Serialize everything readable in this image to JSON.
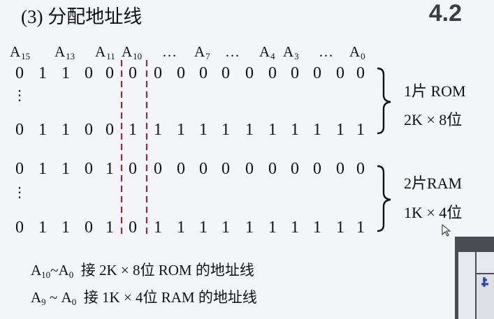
{
  "title": "(3) 分配地址线",
  "section_number": "4.2",
  "header_labels": [
    {
      "id": "a15",
      "base": "A",
      "sub": "15"
    },
    {
      "id": "a13",
      "base": "A",
      "sub": "13"
    },
    {
      "id": "a11",
      "base": "A",
      "sub": "11"
    },
    {
      "id": "a10",
      "base": "A",
      "sub": "10"
    },
    {
      "id": "e1",
      "base": "…",
      "sub": ""
    },
    {
      "id": "a7",
      "base": "A",
      "sub": "7"
    },
    {
      "id": "e2",
      "base": "…",
      "sub": ""
    },
    {
      "id": "a4",
      "base": "A",
      "sub": "4"
    },
    {
      "id": "a3",
      "base": "A",
      "sub": "3"
    },
    {
      "id": "e3",
      "base": "…",
      "sub": ""
    },
    {
      "id": "a0",
      "base": "A",
      "sub": "0"
    }
  ],
  "rows": {
    "rom_start": [
      "0",
      "1",
      "1",
      "0",
      "0",
      "0",
      "0",
      "0",
      "0",
      "0",
      "0",
      "0",
      "0",
      "0",
      "0",
      "0"
    ],
    "rom_end": [
      "0",
      "1",
      "1",
      "0",
      "0",
      "1",
      "1",
      "1",
      "1",
      "1",
      "1",
      "1",
      "1",
      "1",
      "1",
      "1"
    ],
    "ram_start": [
      "0",
      "1",
      "1",
      "0",
      "1",
      "0",
      "0",
      "0",
      "0",
      "0",
      "0",
      "0",
      "0",
      "0",
      "0",
      "0"
    ],
    "ram_end": [
      "0",
      "1",
      "1",
      "0",
      "1",
      "0",
      "1",
      "1",
      "1",
      "1",
      "1",
      "1",
      "1",
      "1",
      "1",
      "1"
    ]
  },
  "vertical_dots": "⋮",
  "rom_label": [
    "1片 ROM",
    "2K × 8位"
  ],
  "ram_label": [
    "2片RAM",
    "1K × 4位"
  ],
  "notes": [
    {
      "range_a": "A",
      "sub_a": "10",
      "tilde": "~",
      "range_b": "A",
      "sub_b": "0",
      "text": "接 2K × 8位 ROM 的地址线"
    },
    {
      "range_a": "A",
      "sub_a": "9",
      "tilde": " ~",
      "range_b": "A",
      "sub_b": "0",
      "text": "接 1K × 4位 RAM 的地址线"
    }
  ],
  "colors": {
    "background": "#f4f5f9",
    "dash_line": "#8b2c3c",
    "text": "#111111"
  }
}
